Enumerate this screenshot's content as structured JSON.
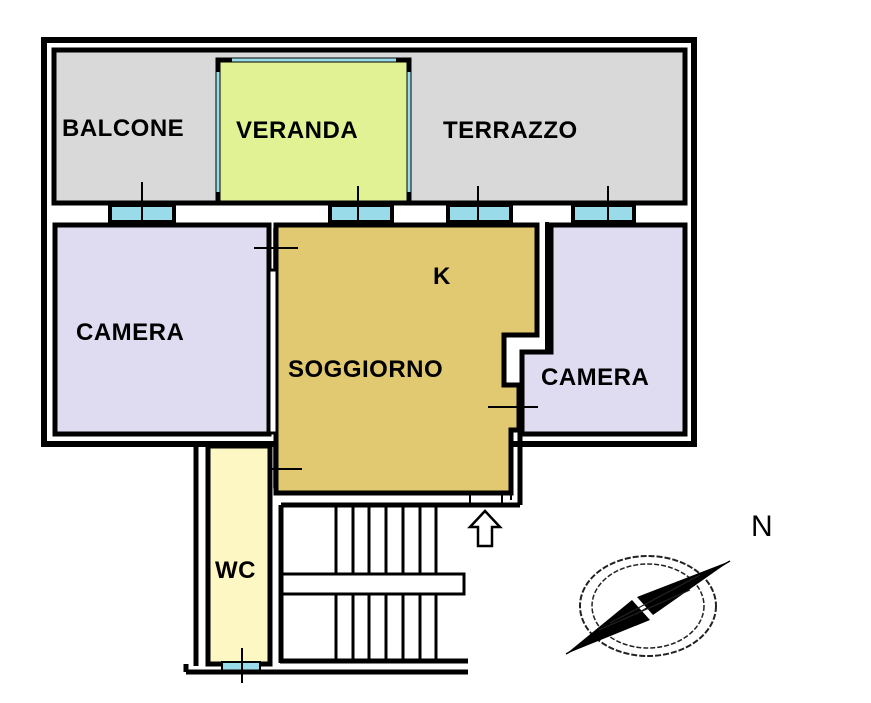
{
  "plan": {
    "colors": {
      "wall": "#000000",
      "outdoor": "#d9d9d9",
      "veranda": "#e0f294",
      "camera": "#dfdbf0",
      "soggiorno": "#e1c971",
      "wc": "#fdf8c3",
      "window": "#99dbe8",
      "background": "#ffffff"
    },
    "rooms": [
      {
        "id": "balcone",
        "label": "BALCONE"
      },
      {
        "id": "veranda",
        "label": "VERANDA"
      },
      {
        "id": "terrazzo",
        "label": "TERRAZZO"
      },
      {
        "id": "camera-left",
        "label": "CAMERA"
      },
      {
        "id": "kitchen",
        "label": "K"
      },
      {
        "id": "soggiorno",
        "label": "SOGGIORNO"
      },
      {
        "id": "camera-right",
        "label": "CAMERA"
      },
      {
        "id": "wc",
        "label": "WC"
      }
    ],
    "entrance_icon": "arrow-up-icon",
    "compass": {
      "label": "N",
      "icon": "compass-needle-icon"
    },
    "stairs": {
      "icon": "staircase-icon",
      "upper_flight_steps": 7,
      "lower_flight_steps": 7
    }
  }
}
